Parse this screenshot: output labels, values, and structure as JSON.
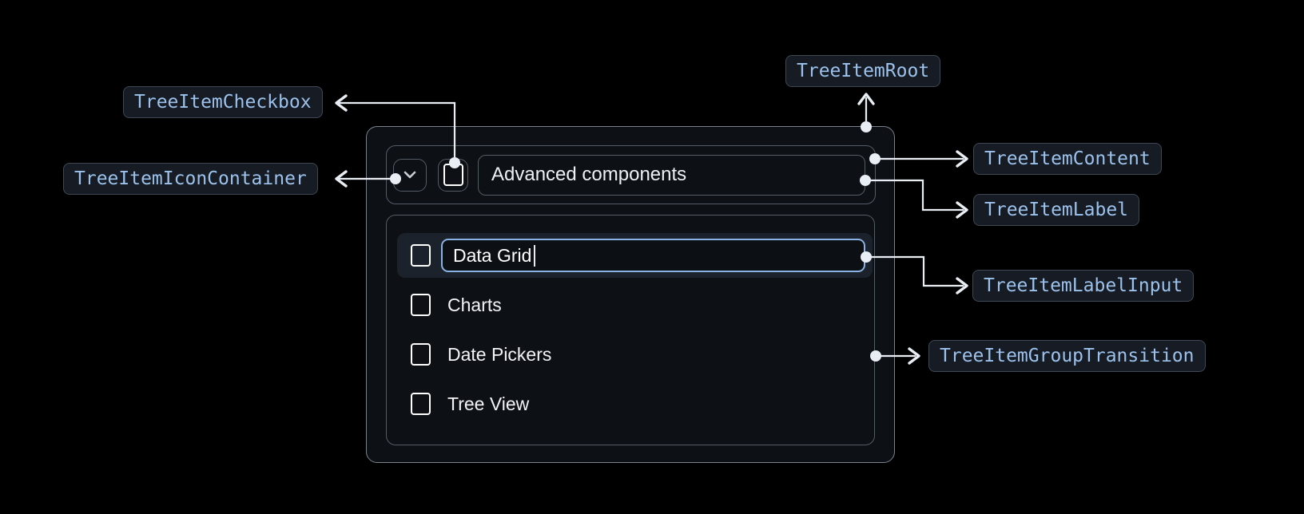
{
  "anatomy": {
    "root": "TreeItemRoot",
    "content": "TreeItemContent",
    "icon_container": "TreeItemIconContainer",
    "checkbox": "TreeItemCheckbox",
    "label": "TreeItemLabel",
    "label_input": "TreeItemLabelInput",
    "group_transition": "TreeItemGroupTransition"
  },
  "tree": {
    "parent_item": {
      "label": "Advanced components",
      "expanded": true,
      "checkbox_checked": false
    },
    "children": [
      {
        "label": "Data Grid",
        "state": "editing",
        "checkbox_checked": false
      },
      {
        "label": "Charts",
        "checkbox_checked": false
      },
      {
        "label": "Date Pickers",
        "checkbox_checked": false
      },
      {
        "label": "Tree View",
        "checkbox_checked": false
      }
    ]
  },
  "icons": {
    "expand": "chevron-down-icon",
    "item_checkbox": "checkbox-unchecked-icon"
  },
  "colors": {
    "background": "#000000",
    "surface": "#0d1116",
    "badge_background": "#161b24",
    "badge_border": "#3e4854",
    "badge_text": "#9cc2ec",
    "input_focus_border": "#8ab2e4",
    "highlighted_row": "#1b222b",
    "connector": "#e9eef4"
  }
}
